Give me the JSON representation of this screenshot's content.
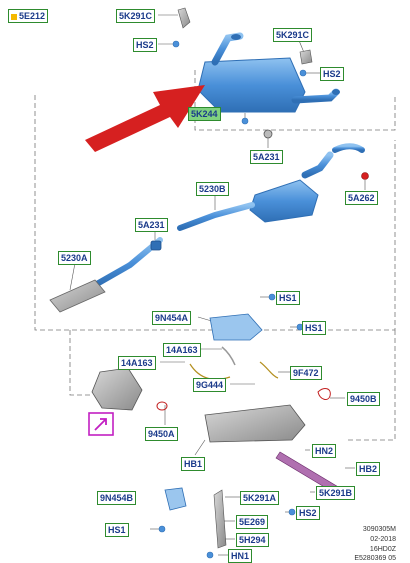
{
  "labels": {
    "e212": "5E212",
    "k291c_top": "5K291C",
    "hs2_top": "HS2",
    "k291c_right": "5K291C",
    "hs2_right": "HS2",
    "k244": "5K244",
    "a231_top": "5A231",
    "a262": "5A262",
    "b5230": "5230B",
    "a231_mid": "5A231",
    "a5230": "5230A",
    "hs1_a": "HS1",
    "n454a": "9N454A",
    "hs1_b": "HS1",
    "a14163_top": "14A163",
    "a14163_left": "14A163",
    "f472": "9F472",
    "g444": "9G444",
    "b9450": "9450B",
    "a9450": "9450A",
    "hn2": "HN2",
    "hb1": "HB1",
    "hb2": "HB2",
    "k291b": "5K291B",
    "n454b": "9N454B",
    "k291a": "5K291A",
    "hs1_bottom": "HS1",
    "hs2_bottom": "HS2",
    "e269": "5E269",
    "h294": "5H294",
    "hn1": "HN1"
  },
  "info": {
    "code": "3090305M",
    "date": "02-2018",
    "model": "16HD0Z",
    "ref": "E5280369 05"
  },
  "colors": {
    "pipe": "#4a90d9",
    "pipe_dark": "#2f6fb5",
    "arrow": "#d62020",
    "label_border": "#2e8b2e",
    "label_highlight": "#7fd17f",
    "callout": "#c21fc2"
  }
}
